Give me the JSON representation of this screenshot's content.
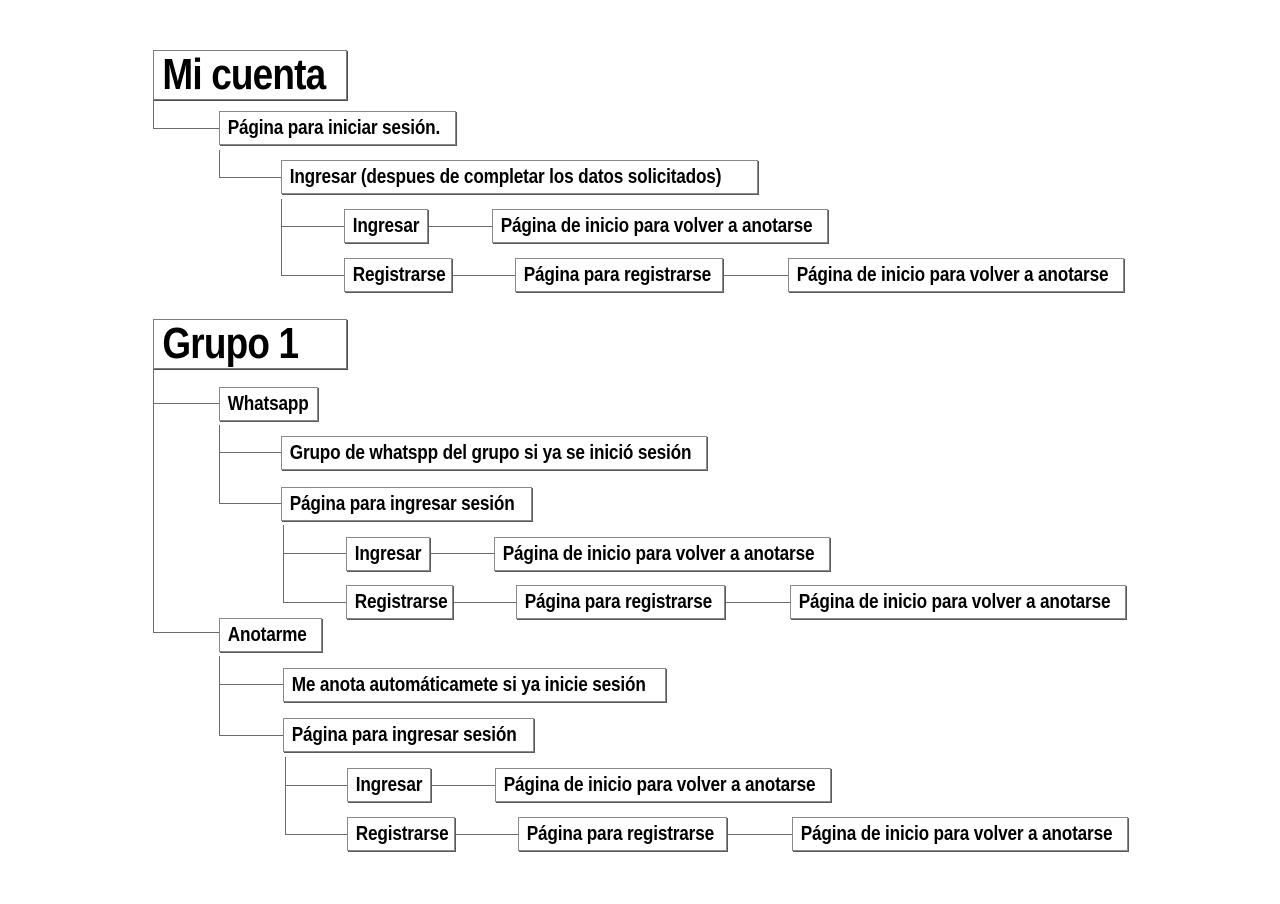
{
  "diagram": {
    "type": "hierarchy-tree",
    "title": "Mi cuenta / Grupo 1 navigation flow",
    "colors": {
      "background": "#ffffff",
      "box_fill": "#ffffff",
      "box_border": "#8a8a8a",
      "box_shadow": "#5a5a5a",
      "connector": "#6b6b6b",
      "text": "#000000"
    },
    "sections": [
      {
        "id": "mi-cuenta",
        "heading": "Mi cuenta",
        "nodes": {
          "pagina_iniciar_sesion": "Página para iniciar sesión.",
          "ingresar_datos": "Ingresar (despues de completar los datos solicitados)",
          "ingresar": "Ingresar",
          "pagina_inicio_volver_1": "Página de inicio para volver a anotarse",
          "registrarse": "Registrarse",
          "pagina_registrarse": "Página para registrarse",
          "pagina_inicio_volver_2": "Página de inicio para volver a anotarse"
        }
      },
      {
        "id": "grupo-1",
        "heading": "Grupo 1",
        "branches": {
          "whatsapp": {
            "label": "Whatsapp",
            "nodes": {
              "grupo_whatsapp": "Grupo de whatspp del grupo si ya se inició sesión",
              "pagina_ingresar_sesion": "Página para ingresar sesión",
              "ingresar": "Ingresar",
              "pagina_inicio_volver_1": "Página de inicio para volver a anotarse",
              "registrarse": "Registrarse",
              "pagina_registrarse": "Página para registrarse",
              "pagina_inicio_volver_2": "Página de inicio para volver a anotarse"
            }
          },
          "anotarme": {
            "label": "Anotarme",
            "nodes": {
              "me_anota_auto": "Me anota automáticamete si ya inicie sesión",
              "pagina_ingresar_sesion": "Página para ingresar sesión",
              "ingresar": "Ingresar",
              "pagina_inicio_volver_1": "Página de inicio para volver a anotarse",
              "registrarse": "Registrarse",
              "pagina_registrarse": "Página para registrarse",
              "pagina_inicio_volver_2": "Página de inicio para volver a anotarse"
            }
          }
        }
      }
    ]
  }
}
